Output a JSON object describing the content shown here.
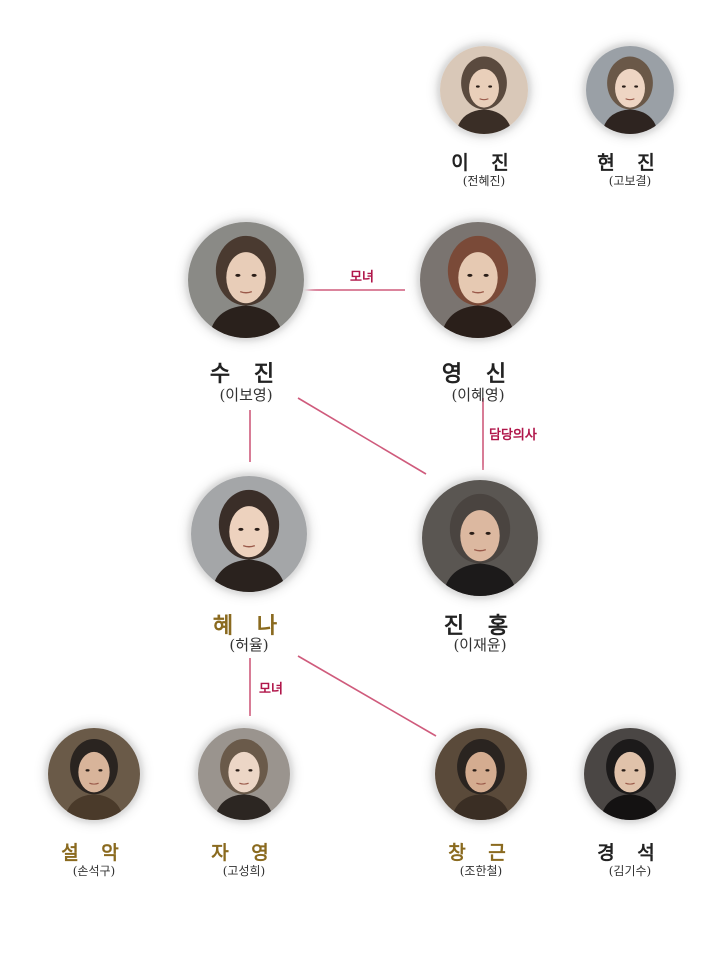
{
  "colors": {
    "edge": "#cf5b7c",
    "edge_label": "#b0164a",
    "name_default": "#222222",
    "name_highlight": "#8a6a1f"
  },
  "nodes": [
    {
      "id": "ijin",
      "name": "이 진",
      "actor": "(전혜진)",
      "highlight": false
    },
    {
      "id": "hyeonjin",
      "name": "현 진",
      "actor": "(고보결)",
      "highlight": false
    },
    {
      "id": "sujin",
      "name": "수 진",
      "actor": "(이보영)",
      "highlight": false
    },
    {
      "id": "yeongsin",
      "name": "영 신",
      "actor": "(이혜영)",
      "highlight": false
    },
    {
      "id": "hyena",
      "name": "혜 나",
      "actor": "(허율)",
      "highlight": true
    },
    {
      "id": "jinhong",
      "name": "진 홍",
      "actor": "(이재윤)",
      "highlight": false
    },
    {
      "id": "seorak",
      "name": "설 악",
      "actor": "(손석구)",
      "highlight": true
    },
    {
      "id": "jayeong",
      "name": "자 영",
      "actor": "(고성희)",
      "highlight": true
    },
    {
      "id": "changgeun",
      "name": "창 근",
      "actor": "(조한철)",
      "highlight": true
    },
    {
      "id": "gyeongseok",
      "name": "경 석",
      "actor": "(김기수)",
      "highlight": false
    }
  ],
  "edge_labels": {
    "sujin_yeongsin": "모녀",
    "yeongsin_jinhong": "담당의사",
    "hyena_jayeong": "모녀"
  }
}
